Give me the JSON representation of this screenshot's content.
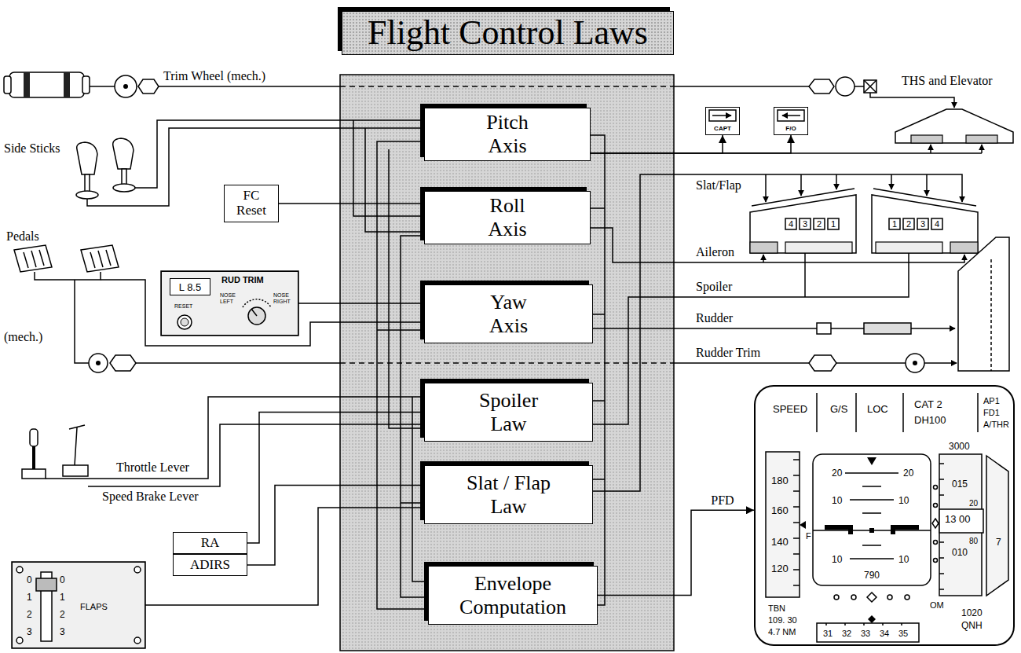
{
  "diagram": {
    "title": "Flight Control Laws",
    "nodes": [
      {
        "text": [
          "Pitch Axis"
        ]
      },
      {
        "text": [
          "CAPT"
        ]
      },
      {
        "text": [
          "F/O"
        ]
      },
      {
        "text": [
          "FC Reset"
        ]
      },
      {
        "text": [
          "Roll Axis"
        ]
      },
      {
        "text": [
          "RUD TRIM",
          "RESET",
          "NOSE LEFT",
          "NOSE RIGHT"
        ]
      },
      {
        "text": [
          "L 8.5"
        ],
        "in": 5
      },
      {
        "text": [
          "Yaw Axis"
        ]
      },
      {
        "text": [
          "Spoiler Law"
        ]
      },
      {
        "text": [
          "Slat / Flap Law"
        ]
      },
      {
        "text": [
          "SPEED",
          "G/S",
          "LOC",
          "CAT 2",
          "DH100",
          "AP1",
          "FD1",
          "A/THR",
          "180",
          "160",
          "140",
          "120",
          "F",
          "20",
          "20",
          "10",
          "10",
          "10",
          "10",
          "790",
          "3000",
          "015",
          "20",
          "13 00",
          "80",
          "010",
          "7",
          "TBN",
          "109. 30",
          "4.7 NM",
          "OM",
          "31",
          "32",
          "33",
          "34",
          "35",
          "1020",
          "QNH"
        ]
      },
      {
        "text": [
          "RA"
        ]
      },
      {
        "text": [
          "ADIRS"
        ]
      },
      {
        "text": [
          "Envelope Computation"
        ]
      },
      {
        "text": [
          "FLAPS"
        ]
      }
    ],
    "edges": [
      {
        "from": 0,
        "to": 1,
        "arrow": "to"
      },
      {
        "from": 0,
        "to": 2,
        "arrow": "to"
      },
      {
        "from": 3,
        "to": 4,
        "arrow": "none"
      },
      {
        "from": 5,
        "to": 7,
        "arrow": "none"
      },
      {
        "from": 11,
        "to": 8,
        "arrow": "none"
      },
      {
        "from": 12,
        "to": 9,
        "arrow": "none"
      },
      {
        "from": 14,
        "to": 9,
        "arrow": "none"
      },
      {
        "from": 13,
        "to": 10,
        "label": "PFD",
        "arrow": "to"
      }
    ],
    "labels": [
      "Trim Wheel (mech.)",
      "Side Sticks",
      "Pedals",
      "(mech.)",
      "Throttle Lever",
      "Speed Brake Lever",
      "THS and Elevator",
      "Slat/Flap",
      "Aileron",
      "Spoiler",
      "Rudder",
      "Rudder Trim",
      "4",
      "3",
      "2",
      "1",
      "1",
      "2",
      "3",
      "4",
      "0",
      "1",
      "2",
      "3",
      "0",
      "1",
      "2",
      "3"
    ]
  }
}
